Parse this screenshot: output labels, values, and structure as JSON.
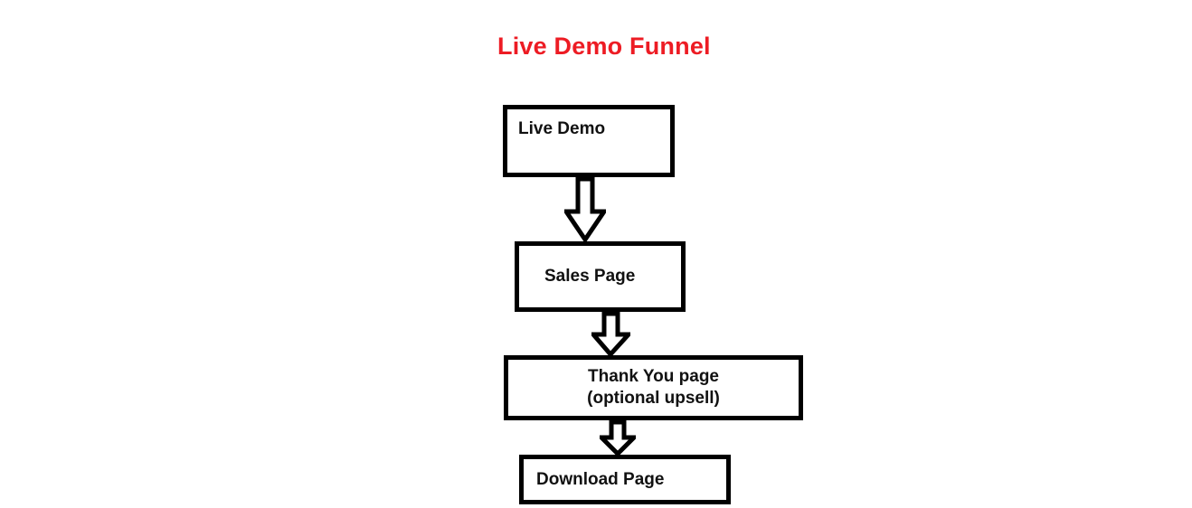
{
  "diagram": {
    "title": "Live Demo Funnel",
    "title_color": "#ED1C24",
    "background_color": "#FFFFFF",
    "stroke_color": "#000000",
    "type": "flowchart",
    "nodes": [
      {
        "id": "live-demo",
        "label": "Live Demo"
      },
      {
        "id": "sales-page",
        "label": "Sales Page"
      },
      {
        "id": "thank-you",
        "label": "Thank You page\n(optional upsell)"
      },
      {
        "id": "download-page",
        "label": "Download Page"
      }
    ],
    "connectors": [
      {
        "id": "arrow-1",
        "from": "live-demo",
        "to": "sales-page",
        "shape": "block-arrow-down"
      },
      {
        "id": "arrow-2",
        "from": "sales-page",
        "to": "thank-you",
        "shape": "block-arrow-down"
      },
      {
        "id": "arrow-3",
        "from": "thank-you",
        "to": "download-page",
        "shape": "block-arrow-down"
      }
    ]
  }
}
